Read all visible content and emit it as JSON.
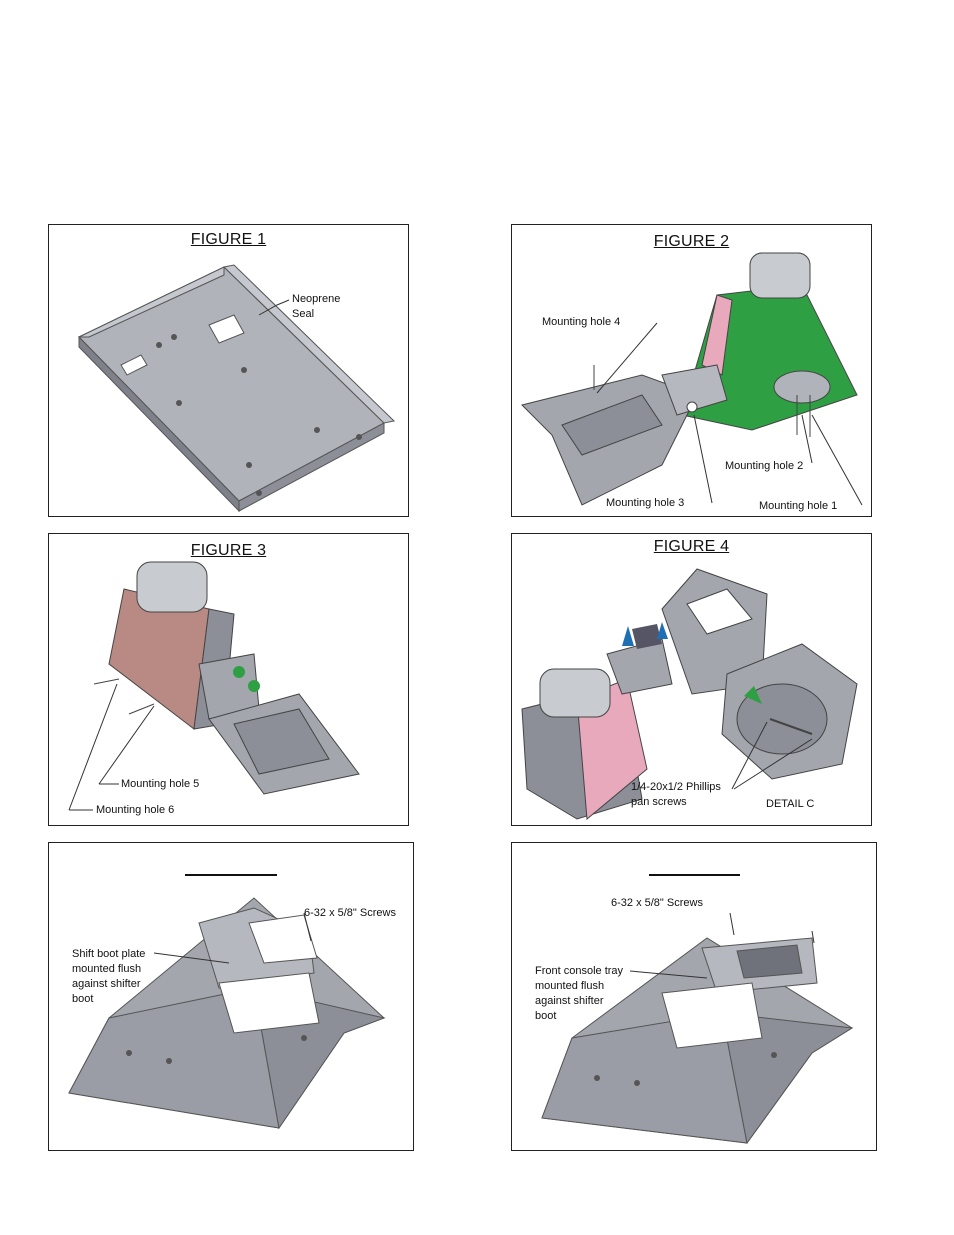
{
  "figure1": {
    "title": "FIGURE 1",
    "callout": "Neoprene\nSeal"
  },
  "figure2": {
    "title": "FIGURE 2",
    "callouts": {
      "hole4": "Mounting hole 4",
      "hole2": "Mounting hole 2",
      "hole3": "Mounting hole 3",
      "hole1": "Mounting hole 1"
    }
  },
  "figure3": {
    "title": "FIGURE 3",
    "callouts": {
      "hole5": "Mounting hole 5",
      "hole6": "Mounting hole 6"
    }
  },
  "figure4": {
    "title": "FIGURE 4",
    "callouts": {
      "screws": "1/4-20x1/2 Phillips\npan screws",
      "detail": "DETAIL  C"
    }
  },
  "figure5": {
    "screws": "6-32 x 5/8\" Screws",
    "note": "Shift boot plate\nmounted flush\nagainst shifter\nboot"
  },
  "figure6": {
    "screws": "6-32 x 5/8\" Screws",
    "note": "Front console tray\nmounted flush\nagainst shifter\nboot"
  },
  "colors": {
    "part_gray": "#a3a6ad",
    "dark_gray": "#6f727a",
    "green": "#2ea043",
    "pink": "#e8a9bd",
    "mauve": "#b98a84"
  }
}
